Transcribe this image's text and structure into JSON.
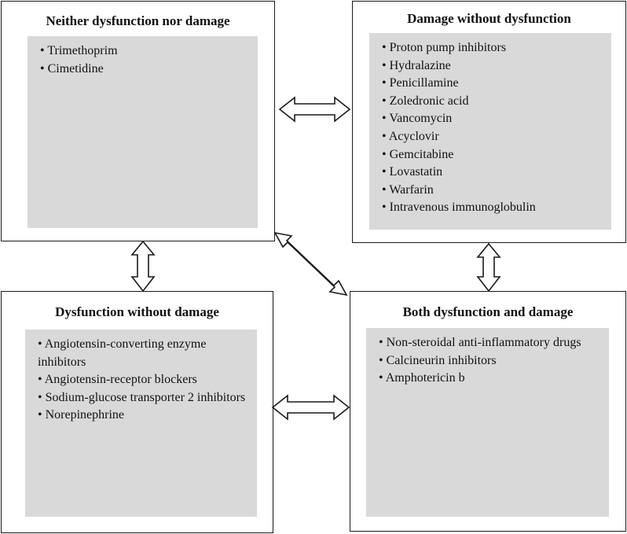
{
  "quadrants": {
    "top_left": {
      "title": "Neither dysfunction nor damage",
      "items": [
        "• Trimethoprim",
        "• Cimetidine"
      ]
    },
    "top_right": {
      "title": "Damage without dysfunction",
      "items": [
        "• Proton pump inhibitors",
        "• Hydralazine",
        "• Penicillamine",
        "• Zoledronic acid",
        "• Vancomycin",
        "• Acyclovir",
        "• Gemcitabine",
        "• Lovastatin",
        "• Warfarin",
        "• Intravenous immunoglobulin"
      ]
    },
    "bottom_left": {
      "title": "Dysfunction without damage",
      "items": [
        "• Angiotensin-converting enzyme inhibitors",
        "• Angiotensin-receptor blockers",
        "• Sodium-glucose transporter 2 inhibitors",
        "• Norepinephrine"
      ]
    },
    "bottom_right": {
      "title": "Both dysfunction and damage",
      "items": [
        "• Non-steroidal anti-inflammatory drugs",
        "• Calcineurin inhibitors",
        "• Amphotericin b"
      ]
    }
  },
  "colors": {
    "border": "#1a1a1a",
    "inner_fill": "#d9d9d9",
    "arrow_fill": "#ffffff"
  }
}
